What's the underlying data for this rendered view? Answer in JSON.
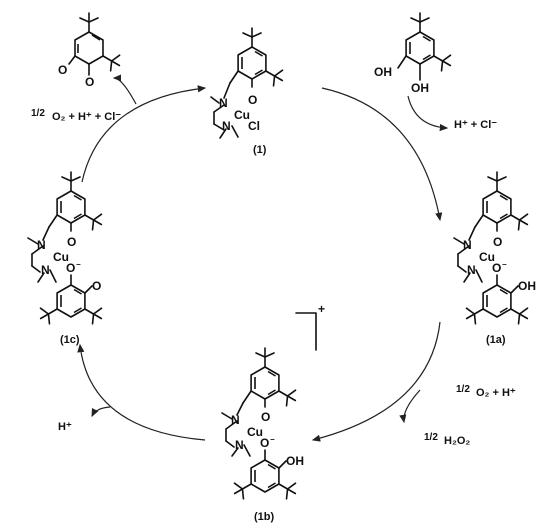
{
  "compounds": {
    "c1": {
      "label": "(1)",
      "ring_o": "O",
      "cu": "Cu",
      "n_top": "N",
      "n_bot": "N",
      "cl": "Cl"
    },
    "c1a": {
      "label": "(1a)",
      "ring_o": "O",
      "cu": "Cu",
      "n_top": "N",
      "n_bot": "N",
      "o_phen": "O",
      "o_minus": "−",
      "oh": "OH"
    },
    "c1b": {
      "label": "(1b)",
      "ring_o": "O",
      "cu": "Cu",
      "n_top": "N",
      "n_bot": "N",
      "o_phen": "O",
      "o_minus": "−",
      "oh": "OH"
    },
    "c1c": {
      "label": "(1c)",
      "ring_o": "O",
      "cu": "Cu",
      "n_top": "N",
      "n_bot": "N",
      "o_phen": "O",
      "o_minus": "−",
      "ketone_o": "O"
    },
    "quinone": {
      "o1": "O",
      "o2": "O"
    },
    "catechol": {
      "oh1": "OH",
      "oh2": "OH"
    }
  },
  "reagents": {
    "top_left": {
      "frac": "1/2",
      "text": "O₂ + H⁺ + Cl⁻"
    },
    "top_right": {
      "text": "H⁺ + Cl⁻"
    },
    "right_in": {
      "frac": "1/2",
      "text": "O₂ + H⁺"
    },
    "right_out": {
      "frac": "1/2",
      "text": "H₂O₂"
    },
    "left_out": {
      "text": "H⁺"
    },
    "charge": "+"
  }
}
